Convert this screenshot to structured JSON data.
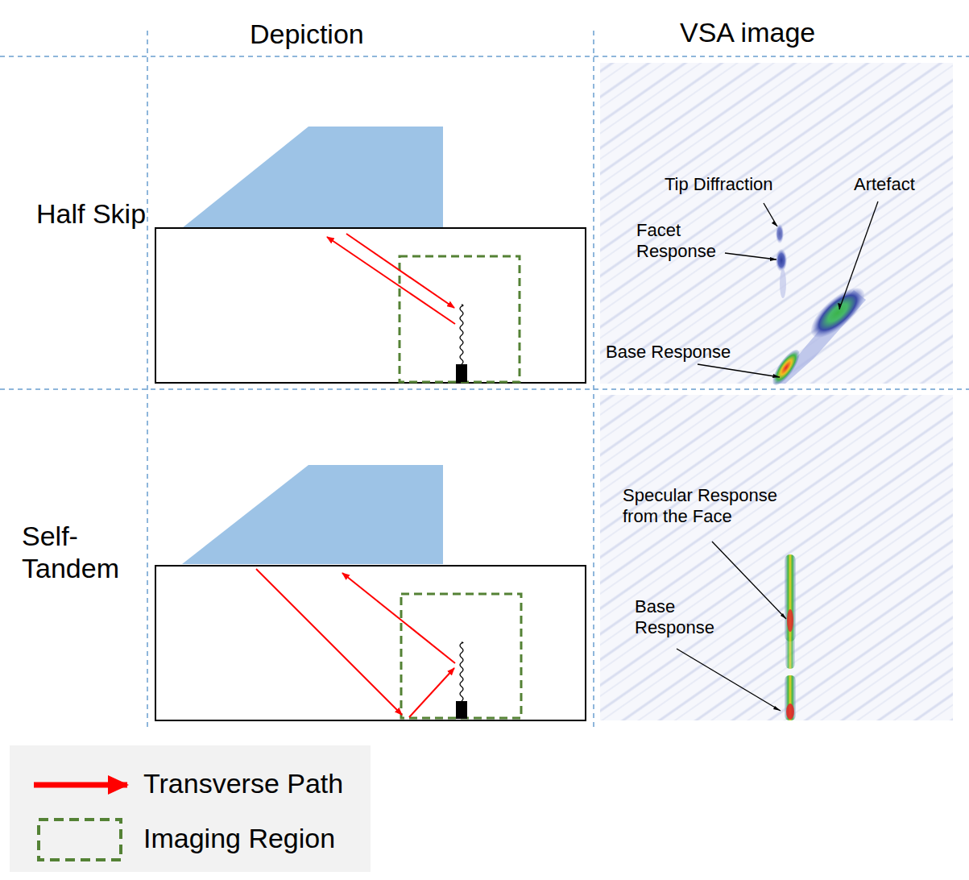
{
  "diagram": {
    "labels": [
      "Depiction",
      "VSA image",
      "Half Skip",
      "Self-Tandem",
      "Tip Diffraction",
      "Artefact",
      "Facet Response",
      "Base Response",
      "Specular Response from the Face",
      "Base Response"
    ],
    "legend": [
      {
        "text": "Transverse Path"
      },
      {
        "text": "Imaging Region"
      }
    ]
  }
}
